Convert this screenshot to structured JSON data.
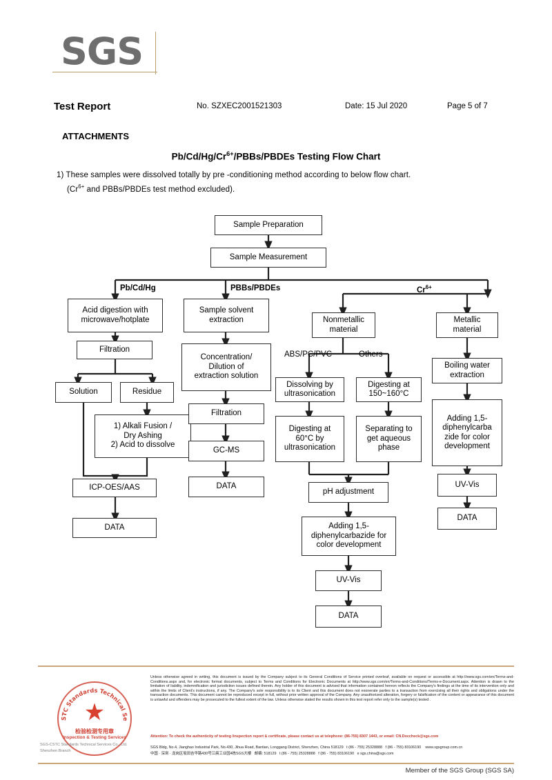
{
  "header": {
    "logo": "SGS",
    "title": "Test Report",
    "report_no": "No. SZXEC2001521303",
    "date": "Date: 15 Jul 2020",
    "page": "Page 5 of 7",
    "attachments": "ATTACHMENTS",
    "flow_title_pre": "Pb/Cd/Hg/Cr",
    "flow_title_sup": "6+",
    "flow_title_post": "/PBBs/PBDEs Testing Flow Chart",
    "note_line1": "1) These samples were dissolved totally by pre -conditioning method according to below flow chart.",
    "note_line2_pre": "(Cr",
    "note_line2_sup": "6+",
    "note_line2_post": " and PBBs/PBDEs  test method excluded)."
  },
  "chart_data": {
    "type": "diagram",
    "title": "Pb/Cd/Hg/Cr6+/PBBs/PBDEs Testing Flow Chart",
    "nodes": [
      {
        "id": "sample_prep",
        "label": "Sample Preparation"
      },
      {
        "id": "sample_meas",
        "label": "Sample Measurement"
      },
      {
        "id": "acid_digestion",
        "label": "Acid digestion with microwave/hotplate"
      },
      {
        "id": "filtration_1",
        "label": "Filtration"
      },
      {
        "id": "solution",
        "label": "Solution"
      },
      {
        "id": "residue",
        "label": "Residue"
      },
      {
        "id": "alkali",
        "label": "1) Alkali Fusion / Dry Ashing\n2) Acid to dissolve"
      },
      {
        "id": "icp",
        "label": "ICP-OES/AAS"
      },
      {
        "id": "data_1",
        "label": "DATA"
      },
      {
        "id": "solvent_extract",
        "label": "Sample solvent extraction"
      },
      {
        "id": "concentration",
        "label": "Concentration/ Dilution of extraction solution"
      },
      {
        "id": "filtration_2",
        "label": "Filtration"
      },
      {
        "id": "gcms",
        "label": "GC-MS"
      },
      {
        "id": "data_2",
        "label": "DATA"
      },
      {
        "id": "nonmetallic",
        "label": "Nonmetallic material"
      },
      {
        "id": "dissolving",
        "label": "Dissolving by ultrasonication"
      },
      {
        "id": "digest_150",
        "label": "Digesting at 150~160°C"
      },
      {
        "id": "digest_60",
        "label": "Digesting at 60°C by ultrasonication"
      },
      {
        "id": "separating",
        "label": "Separating to get aqueous phase"
      },
      {
        "id": "ph_adjust",
        "label": "pH adjustment"
      },
      {
        "id": "adding_dpc",
        "label": "Adding 1,5-diphenylcarbazide for color development"
      },
      {
        "id": "uvvis_1",
        "label": "UV-Vis"
      },
      {
        "id": "data_3",
        "label": "DATA"
      },
      {
        "id": "metallic",
        "label": "Metallic material"
      },
      {
        "id": "boiling",
        "label": "Boiling water extraction"
      },
      {
        "id": "adding_dpc_2",
        "label": "Adding 1,5-diphenylcarba zide for color development"
      },
      {
        "id": "uvvis_2",
        "label": "UV-Vis"
      },
      {
        "id": "data_4",
        "label": "DATA"
      }
    ],
    "branch_labels": [
      {
        "id": "br_pbcdhg",
        "label": "Pb/Cd/Hg"
      },
      {
        "id": "br_pbbs",
        "label": "PBBs/PBDEs"
      },
      {
        "id": "br_cr_pre",
        "label": "Cr",
        "sup": "6+"
      }
    ],
    "sub_labels": [
      {
        "id": "sub_abs",
        "label": "ABS/PC/PVC"
      },
      {
        "id": "sub_others",
        "label": "Others"
      }
    ]
  },
  "footer": {
    "legal": "Unless otherwise agreed in writing, this document is issued by the Company subject to its General Conditions of Service printed overleaf, available on request or accessible at http://www.sgs.com/en/Terms-and-Conditions.aspx and, for electronic format documents, subject to Terms and Conditions for Electronic Documents at http://www.sgs.com/en/Terms-and-Conditions/Terms-e-Document.aspx. Attention is drawn to the limitation of liability, indemnification and jurisdiction issues defined therein. Any holder of this document is advised that information contained hereon reflects the Company's findings at the time of its intervention only and within the limits of Client's instructions, if any. The Company's sole responsibility is to its Client and this document does not exonerate parties to a transaction from exercising all their rights and obligations under the transaction documents. This document cannot be reproduced except in full, without prior written approval of the Company. Any unauthorized alteration, forgery or falsification of the content or appearance of this document is unlawful and offenders may be prosecuted to the fullest extent of the law. Unless otherwise stated the results shown in this test report refer only to the sample(s) tested .",
    "attention": "Attention: To check the authenticity of testing /inspection report & certificate, please contact us at telephone: (86-755) 8307 1443, or email: CN.Doccheck@sgs.com",
    "addr_en": "SGS Bldg, No.4, Jianghao Industrial Park, No.430, Jihua Road, Bantian, Longgang District, Shenzhen, China 518129",
    "tel_en": "t (86 - 755) 25328888",
    "fax_en": "f (86 - 755) 83106190",
    "web_en": "www.sgsgroup.com.cn",
    "addr_cn": "中国 · 深圳 · 龙岗区坂田吉华路430号江瘑工业园4栋SGS大楼",
    "zip_cn": "邮编: 518129",
    "tel_cn": "t (86 - 755) 25328888",
    "fax_cn": "f (86 - 755) 83106190",
    "email_cn": "e sgs.china@sgs.com",
    "member": "Member of the SGS Group (SGS SA)",
    "stamp_cn": "检验检测专用章",
    "stamp_en": "Inspection & Testing Services",
    "stamp_arc": "SGS-CSTC Standards Technical Services",
    "company_line1": "SGS-CSTC Standards Technical Services Co., Ltd.",
    "company_line2": "Shenzhen Branch"
  }
}
